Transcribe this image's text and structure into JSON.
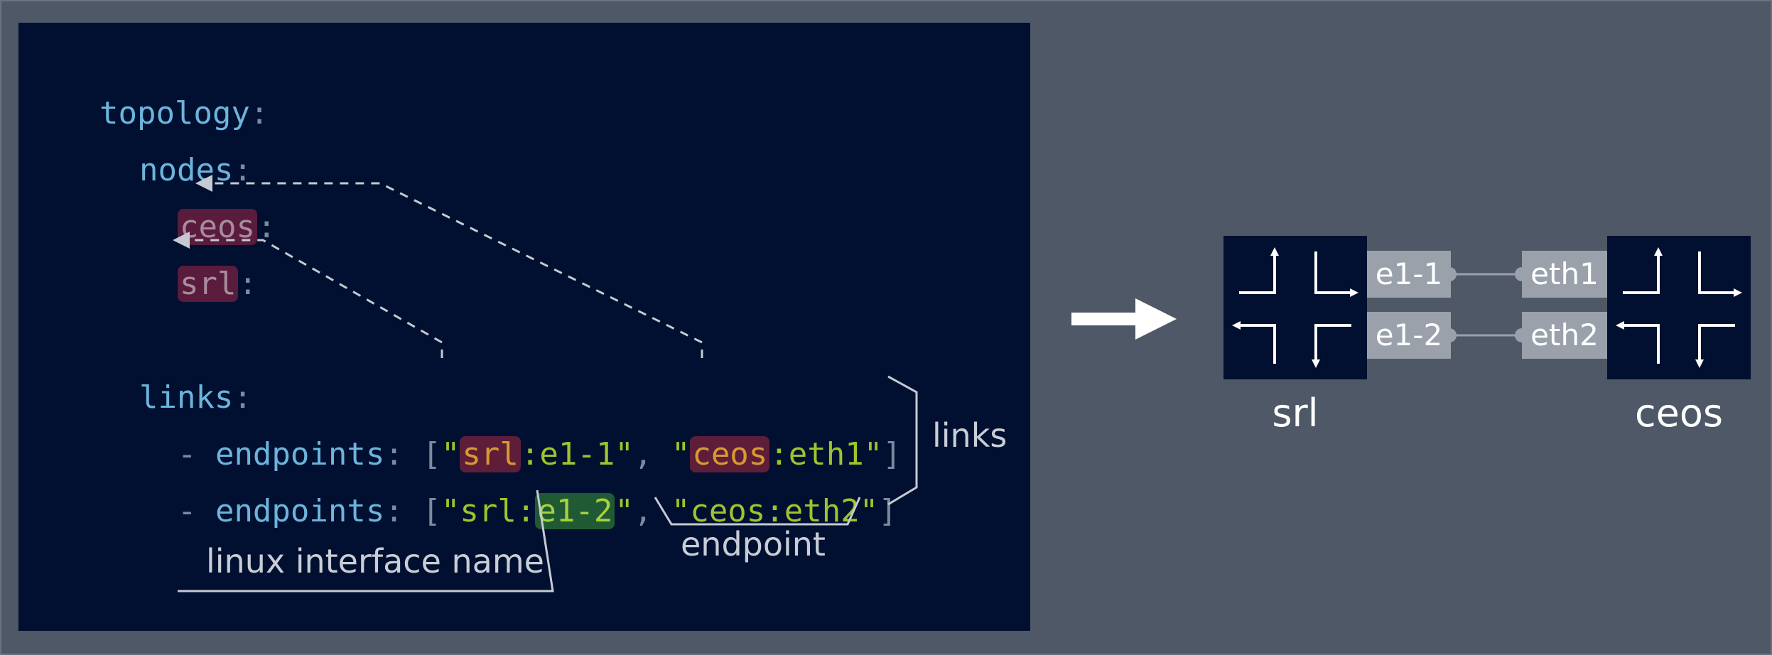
{
  "code": {
    "topology_key": "topology",
    "nodes_key": "nodes",
    "node_ceos": "ceos",
    "node_srl": "srl",
    "links_key": "links",
    "colon": ":",
    "dash": "- ",
    "endpoints_key": "endpoints",
    "open_bracket": "[",
    "close_bracket": "]",
    "quote": "\"",
    "comma": ",",
    "link1": {
      "node_a": "srl",
      "iface_a": "e1-1",
      "node_b": "ceos",
      "iface_b": "eth1"
    },
    "link2": {
      "node_a": "srl",
      "iface_a": "e1-2",
      "node_b": "ceos",
      "iface_b": "eth2"
    }
  },
  "annotations": {
    "links": "links",
    "endpoint": "endpoint",
    "linux_interface_name": "linux interface name"
  },
  "diagram": {
    "node_left": {
      "label": "srl",
      "ports": [
        "e1-1",
        "e1-2"
      ]
    },
    "node_right": {
      "label": "ceos",
      "ports": [
        "eth1",
        "eth2"
      ]
    }
  },
  "colors": {
    "background": "#4e5866",
    "code_background": "#011030",
    "key": "#6cb4dc",
    "string": "#9fc42c",
    "node_highlight": "#5a1c3c",
    "iface_highlight": "#1f5a34",
    "port": "#9aa1ab"
  }
}
